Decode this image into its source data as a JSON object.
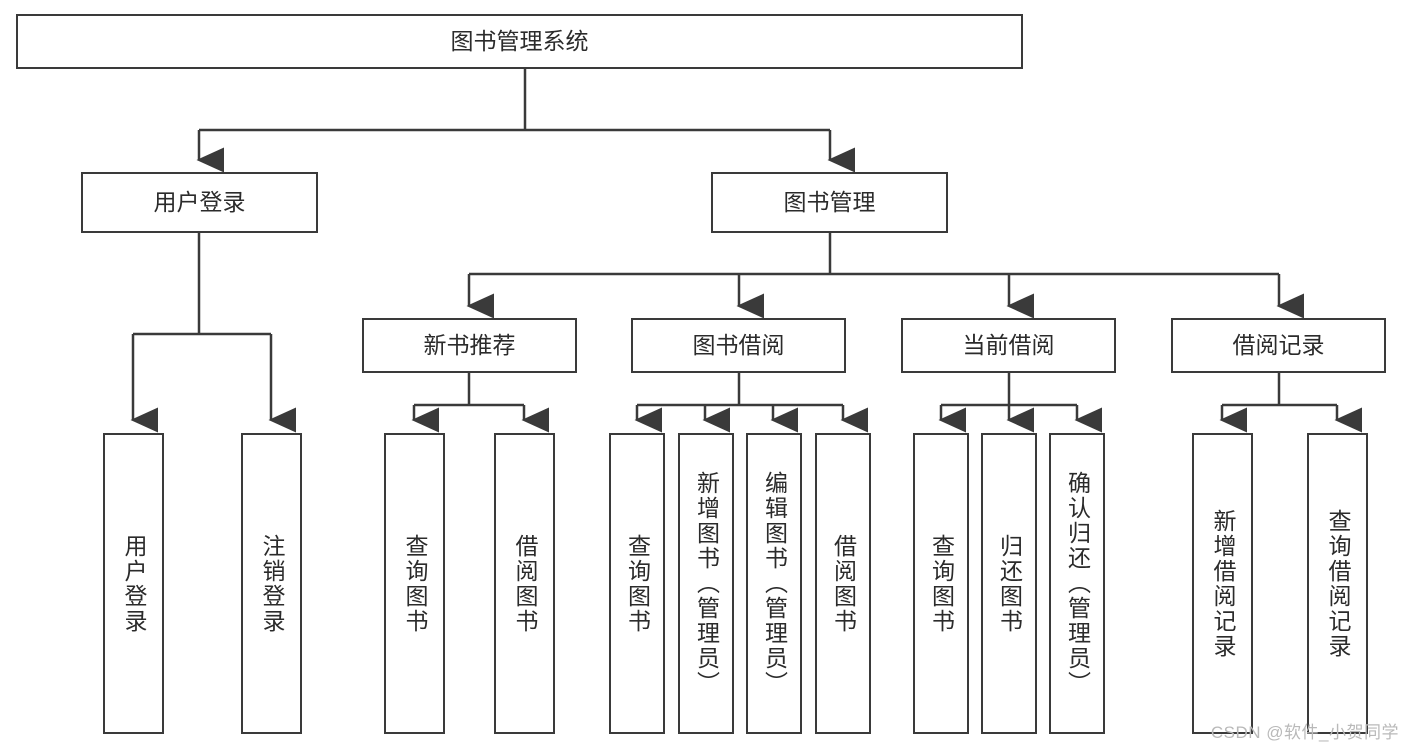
{
  "diagram": {
    "type": "tree-hierarchy",
    "title": "图书管理系统",
    "watermark": "CSDN @软件_小贺同学",
    "colors": {
      "stroke": "#3a3a3a",
      "fill": "#ffffff",
      "text": "#2b2b2b",
      "watermark": "#b9b9b9"
    },
    "nodes": {
      "root": {
        "label": "图书管理系统"
      },
      "level2": [
        {
          "label": "用户登录"
        },
        {
          "label": "图书管理"
        }
      ],
      "level3": [
        {
          "label": "新书推荐"
        },
        {
          "label": "图书借阅"
        },
        {
          "label": "当前借阅"
        },
        {
          "label": "借阅记录"
        }
      ],
      "leaves": {
        "user_login": [
          {
            "label": "用户登录"
          },
          {
            "label": "注销登录"
          }
        ],
        "new_book": [
          {
            "label": "查询图书"
          },
          {
            "label": "借阅图书"
          }
        ],
        "book_borrow": [
          {
            "label": "查询图书"
          },
          {
            "label": "新增图书（管理员）"
          },
          {
            "label": "编辑图书（管理员）"
          },
          {
            "label": "借阅图书"
          }
        ],
        "current_borrow": [
          {
            "label": "查询图书"
          },
          {
            "label": "归还图书"
          },
          {
            "label": "确认归还（管理员）"
          }
        ],
        "borrow_record": [
          {
            "label": "新增借阅记录"
          },
          {
            "label": "查询借阅记录"
          }
        ]
      }
    }
  }
}
